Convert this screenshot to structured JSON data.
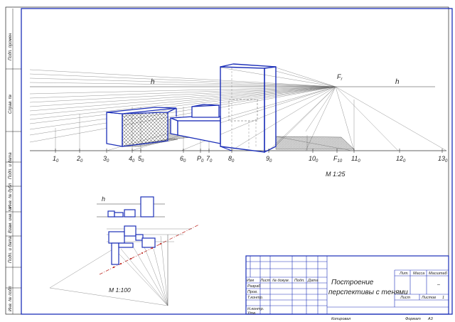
{
  "drawing": {
    "horizon_label_left": "h",
    "horizon_label_right": "h",
    "vanishing_point": "F",
    "vanishing_point_sub": "r",
    "ground_marks": [
      "1",
      "2",
      "3",
      "4",
      "5",
      "6",
      "P",
      "7",
      "8",
      "9",
      "10",
      "F",
      "11",
      "12",
      "13"
    ],
    "ground_mark_subs": [
      "0",
      "0",
      "0",
      "0",
      "0",
      "0",
      "0",
      "0",
      "0",
      "0",
      "0",
      "10",
      "0",
      "0",
      "0"
    ],
    "scale_main": "М 1:25",
    "scale_small": "М 1:100",
    "small_h_label": "h"
  },
  "side_stamp": {
    "labels": [
      "Подп. промен",
      "Справ. №",
      "Подп. и дата",
      "Инв. № дубл",
      "Взам. инв. №",
      "Подп. и дата",
      "Инв. № подл"
    ]
  },
  "title_block": {
    "title_line1": "Построение",
    "title_line2": "перспективы с тенями",
    "col_headers": [
      "Изм",
      "Лист",
      "№ докум.",
      "Подп.",
      "Дата"
    ],
    "rows": [
      "Разраб",
      "Пров.",
      "Т.контр.",
      "Н.контр.",
      "Утв."
    ],
    "lit": "Лит.",
    "mass": "Масса",
    "scale": "Масштаб",
    "scale_value": "–",
    "sheet": "Лист",
    "sheets": "Листов",
    "sheets_count": "1",
    "copied": "Копировал",
    "format_label": "Формат",
    "format_value": "А3"
  }
}
